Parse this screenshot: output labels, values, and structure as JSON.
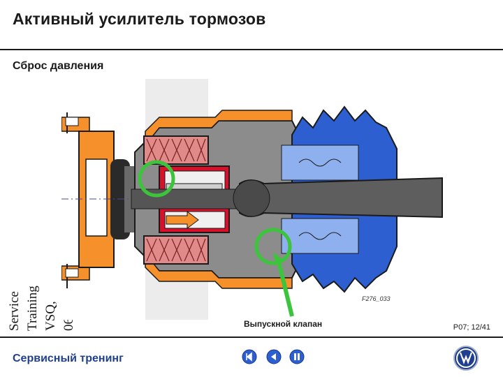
{
  "header": {
    "title": "Активный усилитель тормозов",
    "subtitle": "Сброс давления"
  },
  "side_label": {
    "lines": [
      "Service",
      "Training",
      "VSQ,",
      "06"
    ]
  },
  "diagram": {
    "figure_code": "F276_033",
    "callout_label": "Выпускной клапан",
    "colors": {
      "housing_orange": "#f5902a",
      "coil_pink": "#e08a8a",
      "chamber_red": "#d8102a",
      "diaphragm_blue": "#2d5fd0",
      "body_grey": "#8c8c8c",
      "highlight_green": "#3cc43c"
    }
  },
  "footer": {
    "page_number": "P07; 12/41",
    "brand_text": "Сервисный тренинг",
    "nav_buttons": [
      "back-to-start",
      "previous",
      "pause"
    ]
  }
}
